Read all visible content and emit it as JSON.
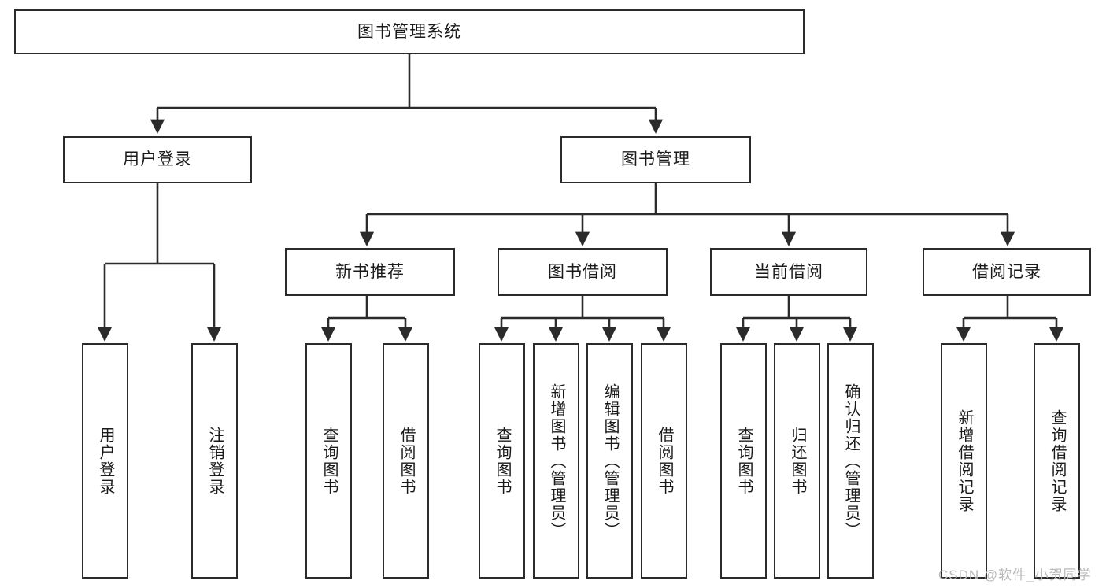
{
  "diagram": {
    "title_box": {
      "label": "图书管理系统"
    },
    "level2": [
      {
        "id": "user-login",
        "label": "用户登录"
      },
      {
        "id": "book-manage",
        "label": "图书管理"
      }
    ],
    "level3": [
      {
        "id": "new-book-recommend",
        "label": "新书推荐"
      },
      {
        "id": "book-borrow",
        "label": "图书借阅"
      },
      {
        "id": "current-borrow",
        "label": "当前借阅"
      },
      {
        "id": "borrow-record",
        "label": "借阅记录"
      }
    ],
    "leaves": {
      "user_login": [
        {
          "id": "leaf-user-login",
          "label": "用户登录"
        },
        {
          "id": "leaf-logout-login",
          "label": "注销登录"
        }
      ],
      "new_book_recommend": [
        {
          "id": "leaf-query-book-1",
          "label": "查询图书"
        },
        {
          "id": "leaf-borrow-book-1",
          "label": "借阅图书"
        }
      ],
      "book_borrow": [
        {
          "id": "leaf-query-book-2",
          "label": "查询图书"
        },
        {
          "id": "leaf-add-book-admin",
          "label": "新增图书（管理员）"
        },
        {
          "id": "leaf-edit-book-admin",
          "label": "编辑图书（管理员）"
        },
        {
          "id": "leaf-borrow-book-2",
          "label": "借阅图书"
        }
      ],
      "current_borrow": [
        {
          "id": "leaf-query-book-3",
          "label": "查询图书"
        },
        {
          "id": "leaf-return-book",
          "label": "归还图书"
        },
        {
          "id": "leaf-confirm-return-admin",
          "label": "确认归还（管理员）"
        }
      ],
      "borrow_record": [
        {
          "id": "leaf-add-borrow-record",
          "label": "新增借阅记录"
        },
        {
          "id": "leaf-query-borrow-record",
          "label": "查询借阅记录"
        }
      ]
    },
    "watermark": {
      "text": "CSDN @软件_小贺同学"
    },
    "colors": {
      "stroke": "#2b2b2b",
      "fill": "#ffffff",
      "text": "#1a1a1a",
      "watermark": "#b9b9b9"
    }
  }
}
